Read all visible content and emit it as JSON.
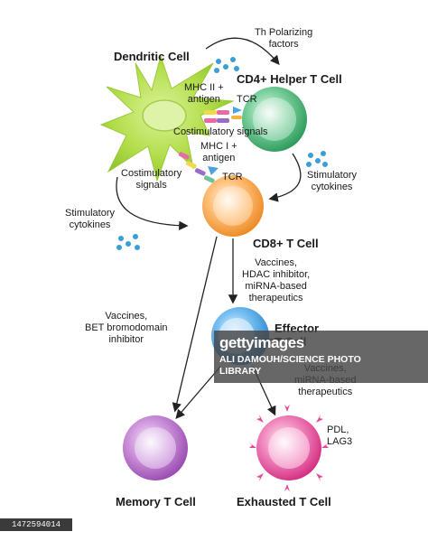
{
  "labels": {
    "dendritic_cell": "Dendritic Cell",
    "th_polarizing": "Th Polarizing\nfactors",
    "cd4_helper": "CD4+ Helper T Cell",
    "mhc2": "MHC II +\nantigen",
    "tcr_top": "TCR",
    "costim_top": "Costimulatory signals",
    "mhc1": "MHC I +\nantigen",
    "tcr_mid": "TCR",
    "costim_left": "Costimulatory\nsignals",
    "stim_right": "Stimulatory\ncytokines",
    "stim_left": "Stimulatory\ncytokines",
    "cd8": "CD8+ T Cell",
    "therapy_center": "Vaccines,\nHDAC inhibitor,\nmiRNA-based\ntherapeutics",
    "therapy_left": "Vaccines,\nBET bromodomain\ninhibitor",
    "effector": "Effector\nT Cell",
    "therapy_right": "Vaccines,\nmiRNA-based\ntherapeutics",
    "pdl": "PDL,\nLAG3",
    "memory": "Memory T Cell",
    "exhausted": "Exhausted T Cell"
  },
  "watermark": {
    "logo": "gettyimages",
    "credit": "ALI DAMOUH/SCIENCE PHOTO\nLIBRARY"
  },
  "image_id": "1472594014",
  "colors": {
    "dendritic": "#a6d63a",
    "cd4": "#4fb87a",
    "cd8": "#f5a03a",
    "effector": "#3d9fe0",
    "memory": "#b765c9",
    "exhausted": "#e8489a",
    "cytokine": "#3a9fd8"
  }
}
